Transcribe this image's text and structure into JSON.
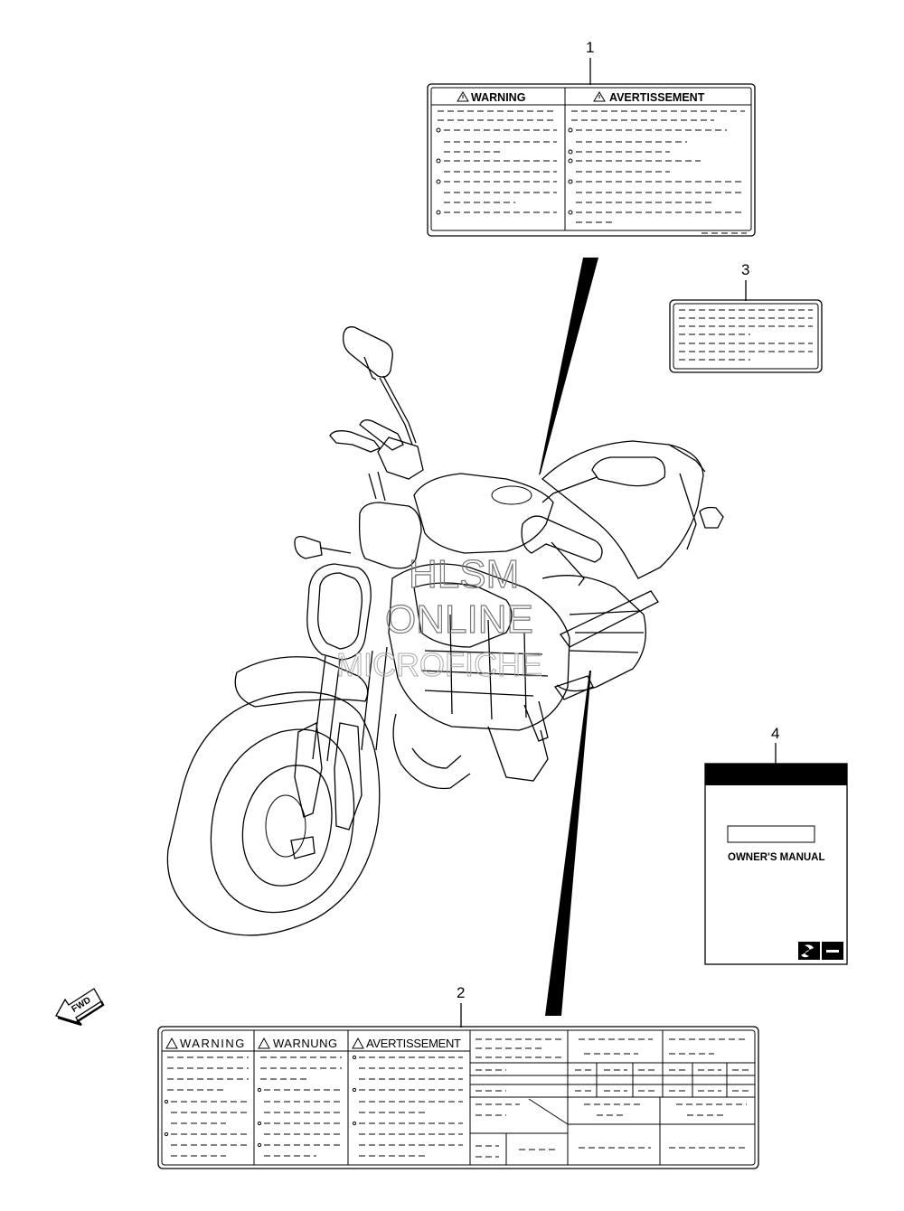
{
  "callouts": {
    "c1": "1",
    "c2": "2",
    "c3": "3",
    "c4": "4"
  },
  "label1": {
    "left_header": "WARNING",
    "right_header": "AVERTISSEMENT"
  },
  "label2": {
    "headers": [
      "WARNING",
      "WARNUNG",
      "AVERTISSEMENT"
    ]
  },
  "manual": {
    "title": "OWNER'S MANUAL"
  },
  "watermark": {
    "line1": "HLSM",
    "line2": "ONLINE",
    "line3": "MICROFICHE"
  },
  "fwd": {
    "text": "FWD"
  },
  "icons": [
    "warning-triangle-icon",
    "suzuki-logo-icon"
  ]
}
